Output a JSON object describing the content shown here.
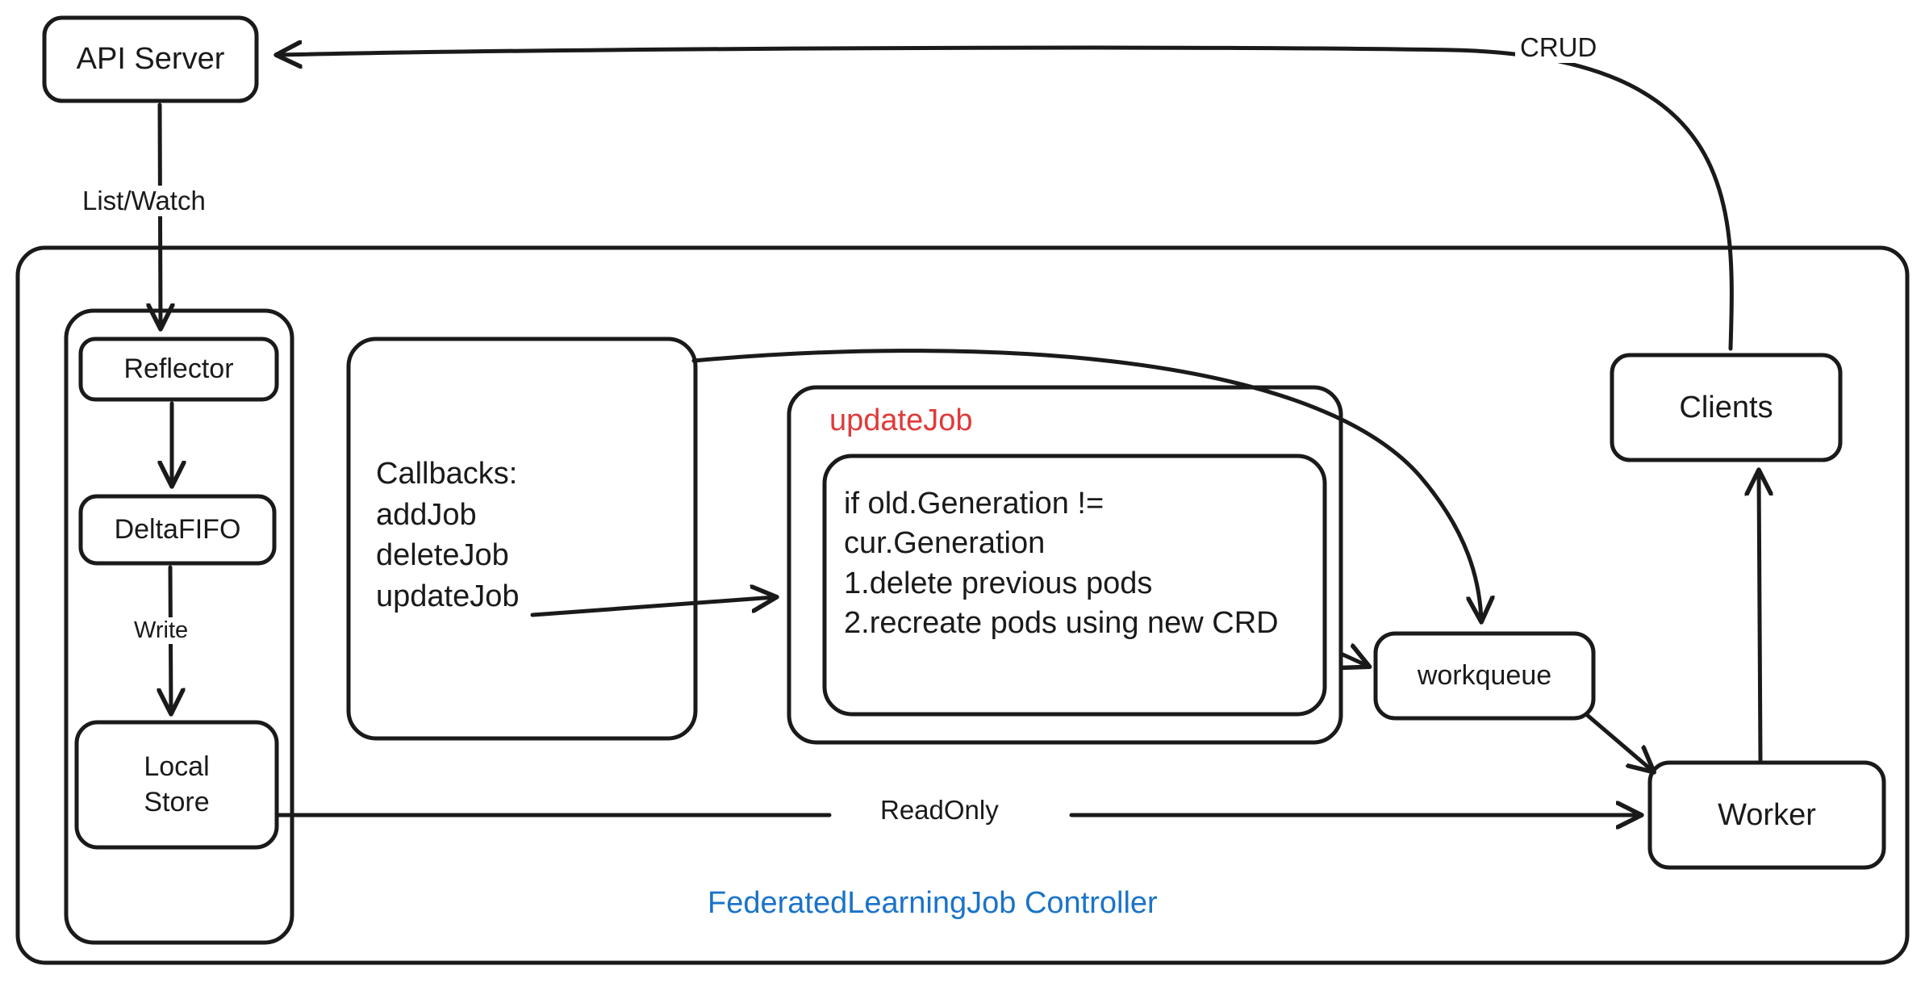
{
  "diagram": {
    "title_label": "FederatedLearningJob Controller",
    "title_color": "#1a73c8",
    "accent_red": "#e03a3a",
    "stroke_color": "#1a1a1a",
    "background": "#ffffff"
  },
  "nodes": {
    "api_server": {
      "label": "API Server"
    },
    "clients": {
      "label": "Clients"
    },
    "reflector": {
      "label": "Reflector"
    },
    "delta_fifo": {
      "label": "DeltaFIFO"
    },
    "local_store": {
      "label": "Local\nStore"
    },
    "workqueue": {
      "label": "workqueue"
    },
    "worker": {
      "label": "Worker"
    }
  },
  "callbacks_box": {
    "heading": "Callbacks:",
    "items": [
      "addJob",
      "deleteJob",
      "updateJob"
    ],
    "text": "Callbacks:\naddJob\ndeleteJob\nupdateJob"
  },
  "update_job_box": {
    "title": "updateJob",
    "condition": "if old.Generation !=\ncur.Generation",
    "steps": [
      "1.delete previous pods",
      "2.recreate pods using new CRD"
    ],
    "body_text": "if old.Generation !=\ncur.Generation\n1.delete previous pods\n2.recreate pods using new CRD"
  },
  "edge_labels": {
    "crud": "CRUD",
    "list_watch": "List/Watch",
    "write": "Write",
    "read_only": "ReadOnly"
  }
}
